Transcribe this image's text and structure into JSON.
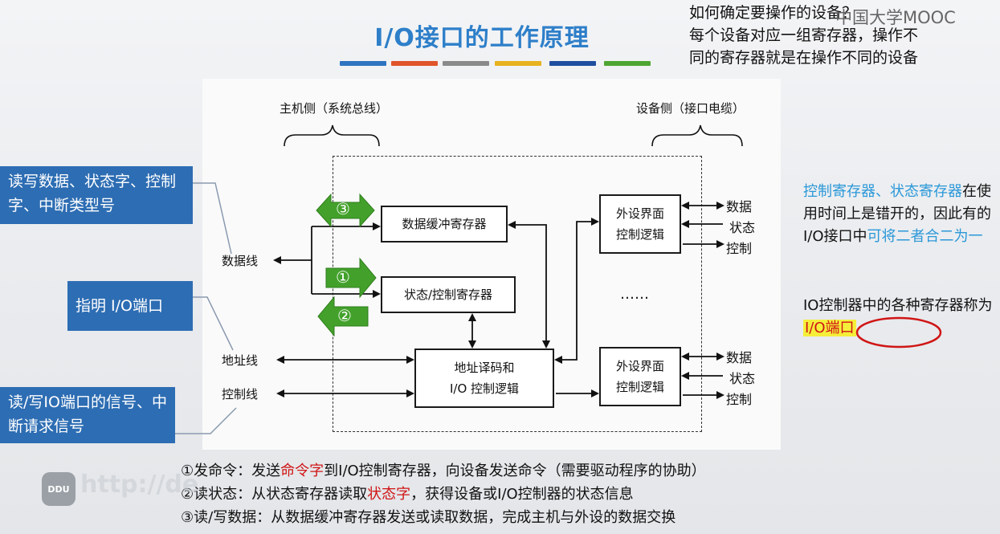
{
  "title": "I/O接口的工作原理",
  "title_bar_colors": [
    "#2f74c0",
    "#e0552a",
    "#8a8a8a",
    "#e7b21d",
    "#1f4fa0",
    "#4ea532"
  ],
  "top_note": {
    "line1": "如何确定要操作的设备？",
    "line2": "每个设备对应一组寄存器，操作不",
    "line3": "同的寄存器就是在操作不同的设备"
  },
  "mooc": "中国大学MOOC",
  "diagram": {
    "host_side": "主机侧（系统总线）",
    "device_side": "设备侧（接口电缆）",
    "data_line": "数据线",
    "address_line": "地址线",
    "control_line": "控制线",
    "data_buffer_reg": "数据缓冲寄存器",
    "status_control_reg": "状态/控制寄存器",
    "addr_decode_line1": "地址译码和",
    "addr_decode_line2": "I/O 控制逻辑",
    "dev_logic_1_line1": "外设界面",
    "dev_logic_1_line2": "控制逻辑",
    "dev_logic_2_line1": "外设界面",
    "dev_logic_2_line2": "控制逻辑",
    "ellipsis": "……",
    "sig_data": "数据",
    "sig_status": "状态",
    "sig_control": "控制",
    "arrow_3": "③",
    "arrow_1": "①",
    "arrow_2": "②"
  },
  "callouts": {
    "data": "读写数据、状态字、控制字、中断类型号",
    "address": "指明 I/O端口",
    "control": "读/写IO端口的信号、中断请求信号"
  },
  "side_right": {
    "part1": "控制寄存器、状态寄存器",
    "part2": "在使用时间上是错开的，因此有的I/O接口中",
    "part3": "可将二者合二为一"
  },
  "ports_note": {
    "text": "IO控制器中的各种寄存器称为",
    "highlight": "I/O端口"
  },
  "bottom": {
    "l1a": "①发命令：发送",
    "l1b": "命令字",
    "l1c": "到I/O控制寄存器，向设备发送命令（需要驱动程序的协助）",
    "l2a": "②读状态：从状态寄存器读取",
    "l2b": "状态字",
    "l2c": "，获得设备或I/O控制器的状态信息",
    "l3": "③读/写数据：从数据缓冲寄存器发送或读取数据，完成主机与外设的数据交换"
  },
  "watermark": {
    "badge": "DDU",
    "text": "http://de"
  }
}
